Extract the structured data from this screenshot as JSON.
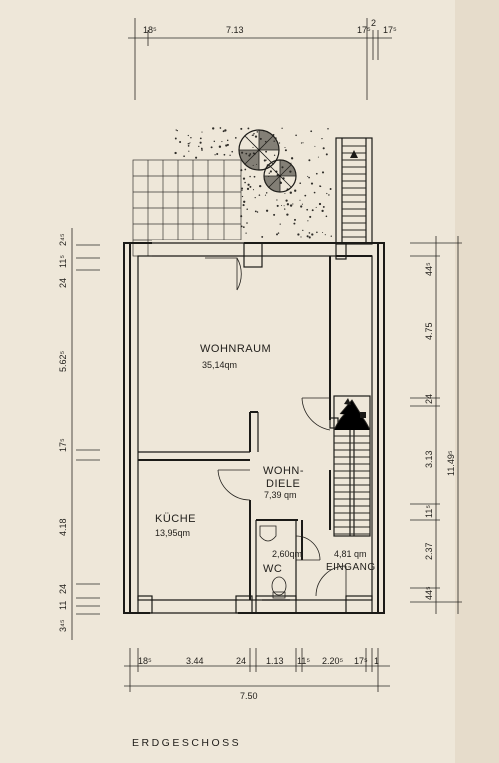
{
  "rooms": {
    "wohnraum": {
      "label": "WOHNRAUM",
      "area": "35,14qm"
    },
    "wohndiele": {
      "label_line1": "WOHN-",
      "label_line2": "DIELE",
      "area": "7,39 qm"
    },
    "kueche": {
      "label": "KÜCHE",
      "area": "13,95qm"
    },
    "wc": {
      "label": "WC",
      "area": "2,60qm"
    },
    "eingang": {
      "label": "EINGANG",
      "area": "4,81 qm"
    }
  },
  "dimensions": {
    "top": [
      "18⁵",
      "7.13",
      "17⁵",
      "2",
      "17⁵"
    ],
    "bottom": [
      "18⁵",
      "3.44",
      "24",
      "1.13",
      "11⁵",
      "2.20⁵",
      "17⁵",
      "1"
    ],
    "bottom_total": "7.50",
    "left": [
      "2⁴⁵",
      "11⁵",
      "24",
      "5.62⁵",
      "17⁵",
      "4.18",
      "24",
      "11",
      "3⁴⁵"
    ],
    "right": [
      "44⁵",
      "4.75",
      "24",
      "3.13",
      "11⁵",
      "2.37",
      "44⁵"
    ],
    "right_total": "11.49⁵"
  },
  "floor_title": "ERDGESCHOSS"
}
